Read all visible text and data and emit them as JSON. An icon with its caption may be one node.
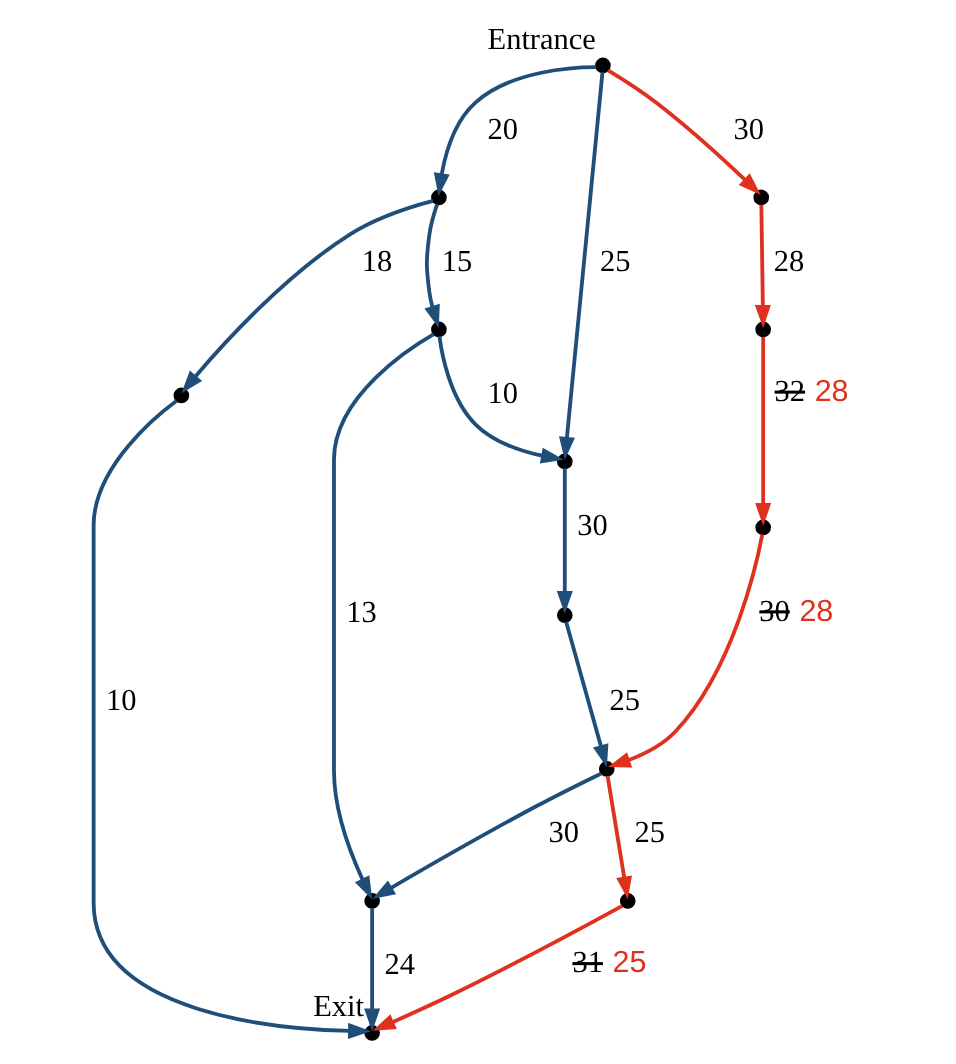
{
  "diagram": {
    "nodes": [
      {
        "text": [],
        "shape": "circle",
        "beside": [
          "Entrance"
        ]
      },
      {
        "text": [],
        "shape": "circle"
      },
      {
        "text": [],
        "shape": "circle"
      },
      {
        "text": [],
        "shape": "circle"
      },
      {
        "text": [],
        "shape": "circle"
      },
      {
        "text": [],
        "shape": "circle"
      },
      {
        "text": [],
        "shape": "circle"
      },
      {
        "text": [],
        "shape": "circle"
      },
      {
        "text": [],
        "shape": "circle"
      },
      {
        "text": [],
        "shape": "circle"
      },
      {
        "text": [],
        "shape": "circle"
      },
      {
        "text": [],
        "shape": "circle"
      },
      {
        "text": [],
        "shape": "circle",
        "beside": [
          "Exit"
        ]
      }
    ],
    "edges": [
      {
        "from": 0,
        "to": 2,
        "arrow": "to",
        "label": "20"
      },
      {
        "from": 0,
        "to": 3,
        "arrow": "to",
        "label": "25"
      },
      {
        "from": 0,
        "to": 1,
        "arrow": "to",
        "label": "30",
        "color": "#e0301e"
      },
      {
        "from": 1,
        "to": 4,
        "arrow": "to",
        "label": "28",
        "color": "#e0301e"
      },
      {
        "from": 4,
        "to": 7,
        "arrow": "to",
        "label": "32 28",
        "color": "#e0301e"
      },
      {
        "from": 7,
        "to": 10,
        "arrow": "to",
        "label": "30 28",
        "color": "#e0301e"
      },
      {
        "from": 2,
        "to": 5,
        "arrow": "to",
        "label": "15"
      },
      {
        "from": 2,
        "to": 8,
        "arrow": "to",
        "label": "18"
      },
      {
        "from": 5,
        "to": 3,
        "arrow": "to",
        "label": "10"
      },
      {
        "from": 3,
        "to": 6,
        "arrow": "to",
        "label": "30"
      },
      {
        "from": 5,
        "to": 9,
        "arrow": "to",
        "label": "13"
      },
      {
        "from": 6,
        "to": 10,
        "arrow": "to",
        "label": "25"
      },
      {
        "from": 10,
        "to": 9,
        "arrow": "to",
        "label": "30"
      },
      {
        "from": 9,
        "to": 12,
        "arrow": "to",
        "label": "24"
      },
      {
        "from": 8,
        "to": 12,
        "arrow": "to",
        "label": "10"
      },
      {
        "from": 10,
        "to": 11,
        "arrow": "to",
        "label": "25",
        "color": "#e0301e"
      },
      {
        "from": 11,
        "to": 12,
        "arrow": "to",
        "label": "31 25",
        "color": "#e0301e"
      }
    ]
  }
}
